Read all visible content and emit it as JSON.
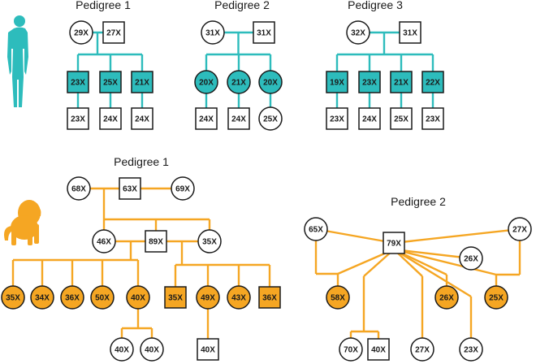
{
  "colors": {
    "human": "#2dbcbc",
    "baboon": "#f5a623",
    "outline": "#1a1a1a",
    "background": "#ffffff"
  },
  "icons": {
    "human": "human-silhouette-icon",
    "baboon": "baboon-silhouette-icon"
  },
  "human": {
    "pedigrees": [
      {
        "title": "Pedigree 1",
        "parents": [
          {
            "label": "29X",
            "shape": "circle"
          },
          {
            "label": "27X",
            "shape": "square"
          }
        ],
        "children": [
          {
            "label": "23X",
            "shape": "square",
            "filled": true,
            "offspring": {
              "label": "23X",
              "shape": "square"
            }
          },
          {
            "label": "25X",
            "shape": "square",
            "filled": true,
            "offspring": {
              "label": "24X",
              "shape": "square"
            }
          },
          {
            "label": "21X",
            "shape": "square",
            "filled": true,
            "offspring": {
              "label": "24X",
              "shape": "square"
            }
          }
        ]
      },
      {
        "title": "Pedigree 2",
        "parents": [
          {
            "label": "31X",
            "shape": "circle"
          },
          {
            "label": "31X",
            "shape": "square"
          }
        ],
        "children": [
          {
            "label": "20X",
            "shape": "circle",
            "filled": true,
            "offspring": {
              "label": "24X",
              "shape": "square"
            }
          },
          {
            "label": "21X",
            "shape": "circle",
            "filled": true,
            "offspring": {
              "label": "24X",
              "shape": "square"
            }
          },
          {
            "label": "20X",
            "shape": "circle",
            "filled": true,
            "offspring": {
              "label": "25X",
              "shape": "circle"
            }
          }
        ]
      },
      {
        "title": "Pedigree 3",
        "parents": [
          {
            "label": "32X",
            "shape": "circle"
          },
          {
            "label": "31X",
            "shape": "square"
          }
        ],
        "children": [
          {
            "label": "19X",
            "shape": "square",
            "filled": true,
            "offspring": {
              "label": "23X",
              "shape": "square"
            }
          },
          {
            "label": "23X",
            "shape": "square",
            "filled": true,
            "offspring": {
              "label": "24X",
              "shape": "square"
            }
          },
          {
            "label": "21X",
            "shape": "square",
            "filled": true,
            "offspring": {
              "label": "25X",
              "shape": "square"
            }
          },
          {
            "label": "22X",
            "shape": "square",
            "filled": true,
            "offspring": {
              "label": "23X",
              "shape": "square"
            }
          }
        ]
      }
    ]
  },
  "baboon": {
    "pedigree1": {
      "title": "Pedigree 1",
      "grandparents": [
        {
          "label": "68X",
          "shape": "circle"
        },
        {
          "label": "63X",
          "shape": "square"
        },
        {
          "label": "69X",
          "shape": "circle"
        }
      ],
      "parents": [
        {
          "label": "46X",
          "shape": "circle"
        },
        {
          "label": "89X",
          "shape": "square"
        },
        {
          "label": "35X",
          "shape": "circle"
        }
      ],
      "children_left": [
        {
          "label": "35X",
          "shape": "circle"
        },
        {
          "label": "34X",
          "shape": "circle"
        },
        {
          "label": "36X",
          "shape": "circle"
        },
        {
          "label": "50X",
          "shape": "circle"
        },
        {
          "label": "40X",
          "shape": "circle"
        }
      ],
      "children_right": [
        {
          "label": "35X",
          "shape": "square"
        },
        {
          "label": "49X",
          "shape": "circle"
        },
        {
          "label": "43X",
          "shape": "circle"
        },
        {
          "label": "36X",
          "shape": "square"
        }
      ],
      "grandchildren_a": [
        {
          "label": "40X",
          "shape": "circle"
        },
        {
          "label": "40X",
          "shape": "circle"
        }
      ],
      "grandchildren_b": [
        {
          "label": "40X",
          "shape": "square"
        }
      ]
    },
    "pedigree2": {
      "title": "Pedigree 2",
      "sire": {
        "label": "79X",
        "shape": "square"
      },
      "mates": [
        {
          "label": "65X",
          "shape": "circle"
        },
        {
          "label": "26X",
          "shape": "circle"
        },
        {
          "label": "27X",
          "shape": "circle"
        }
      ],
      "offspring_filled": [
        {
          "label": "58X",
          "shape": "circle"
        },
        {
          "label": "26X",
          "shape": "circle"
        },
        {
          "label": "25X",
          "shape": "circle"
        }
      ],
      "offspring_open": [
        {
          "label": "70X",
          "shape": "circle"
        },
        {
          "label": "40X",
          "shape": "square"
        },
        {
          "label": "27X",
          "shape": "circle"
        },
        {
          "label": "23X",
          "shape": "circle"
        }
      ]
    }
  }
}
